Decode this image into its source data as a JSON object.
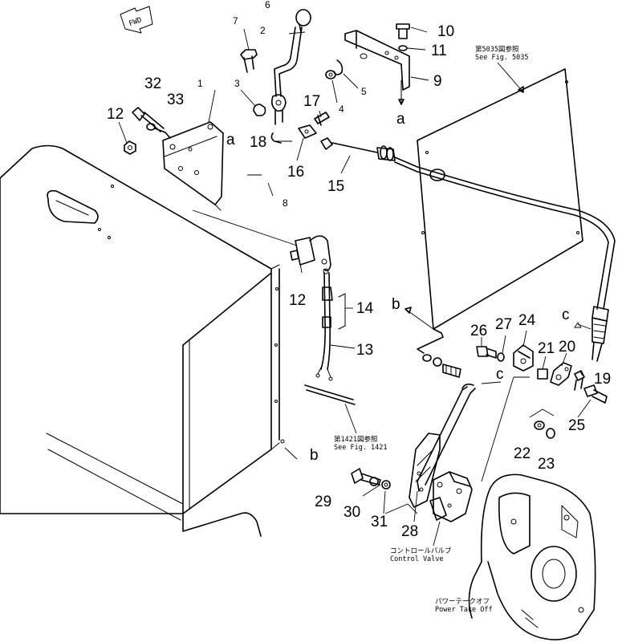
{
  "forward_marker": "FWD",
  "part_numbers": {
    "p1": "1",
    "p2": "2",
    "p3": "3",
    "p4": "4",
    "p5": "5",
    "p6": "6",
    "p7": "7",
    "p8": "8",
    "p9": "9",
    "p10": "10",
    "p11": "11",
    "p12a": "12",
    "p12b": "12",
    "p13": "13",
    "p14": "14",
    "p15": "15",
    "p16": "16",
    "p17": "17",
    "p18": "18",
    "p19": "19",
    "p20": "20",
    "p21": "21",
    "p22": "22",
    "p23": "23",
    "p24": "24",
    "p25": "25",
    "p26": "26",
    "p27": "27",
    "p28": "28",
    "p29": "29",
    "p30": "30",
    "p31": "31",
    "p32": "32",
    "p33": "33"
  },
  "connection_letters": {
    "a_top": "a",
    "a_bracket": "a",
    "b_panel": "b",
    "b_bottom": "b",
    "c_cable": "c",
    "c_lever": "c"
  },
  "notes": {
    "fig5035_jp": "第5035図参照",
    "fig5035_en": "See Fig. 5035",
    "fig1421_jp": "第1421図参照",
    "fig1421_en": "See Fig. 1421",
    "control_valve_jp": "コントロールバルブ",
    "control_valve_en": "Control Valve",
    "pto_jp": "パワーテークオフ",
    "pto_en": "Power Take Off"
  }
}
